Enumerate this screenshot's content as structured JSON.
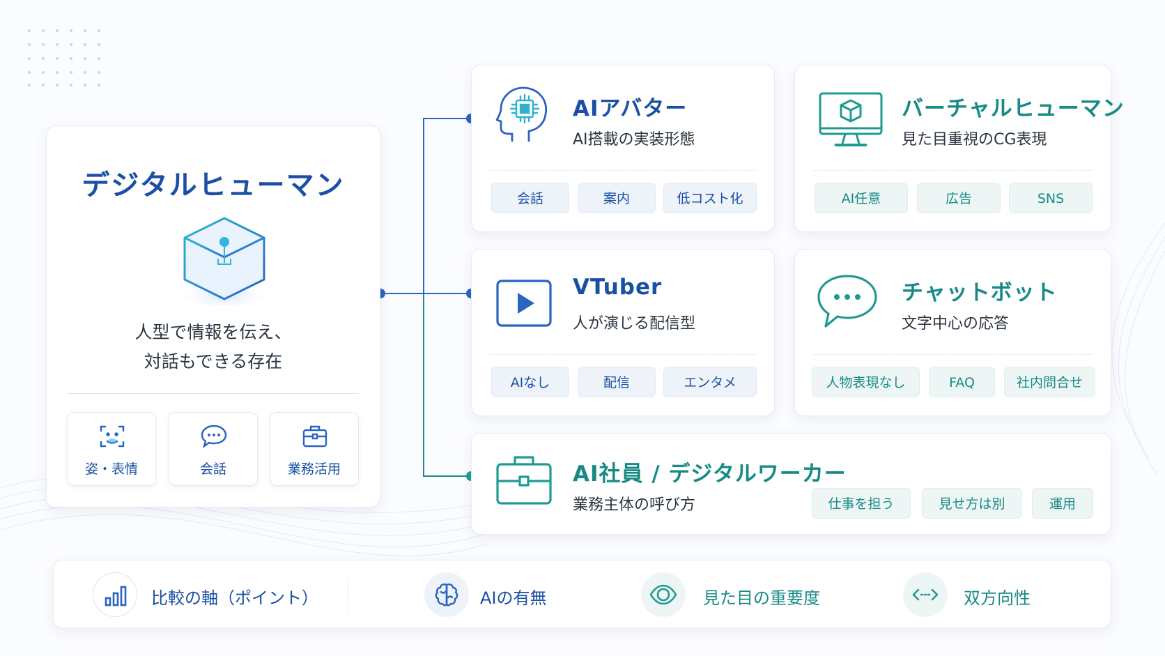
{
  "main": {
    "title": "デジタルヒューマン",
    "desc_line1": "人型で情報を伝え、",
    "desc_line2": "対話もできる存在",
    "features": [
      {
        "label": "姿・表情",
        "icon": "face-scan-icon"
      },
      {
        "label": "会話",
        "icon": "chat-bubble-icon"
      },
      {
        "label": "業務活用",
        "icon": "briefcase-icon"
      }
    ]
  },
  "categories": {
    "ai_avatar": {
      "title": "AIアバター",
      "subtitle": "AI搭載の実装形態",
      "icon": "ai-head-chip-icon",
      "tags": [
        "会話",
        "案内",
        "低コスト化"
      ]
    },
    "virtual_human": {
      "title": "バーチャルヒューマン",
      "subtitle": "見た目重視のCG表現",
      "icon": "monitor-cube-icon",
      "tags": [
        "AI任意",
        "広告",
        "SNS"
      ]
    },
    "vtuber": {
      "title": "VTuber",
      "subtitle": "人が演じる配信型",
      "icon": "play-button-icon",
      "tags": [
        "AIなし",
        "配信",
        "エンタメ"
      ]
    },
    "chatbot": {
      "title": "チャットボット",
      "subtitle": "文字中心の応答",
      "icon": "chat-dots-icon",
      "tags": [
        "人物表現なし",
        "FAQ",
        "社内問合せ"
      ]
    },
    "ai_employee": {
      "title": "AI社員 / デジタルワーカー",
      "subtitle": "業務主体の呼び方",
      "icon": "briefcase-icon",
      "tags": [
        "仕事を担う",
        "見せ方は別",
        "運用"
      ]
    }
  },
  "legend": {
    "heading": "比較の軸（ポイント）",
    "items": [
      {
        "label": "AIの有無",
        "icon": "brain-icon"
      },
      {
        "label": "見た目の重要度",
        "icon": "eye-icon"
      },
      {
        "label": "双方向性",
        "icon": "bidirectional-arrows-icon"
      }
    ]
  },
  "colors": {
    "blue": "#1a4fa3",
    "teal": "#178a86",
    "connector": "#2a63c2"
  }
}
